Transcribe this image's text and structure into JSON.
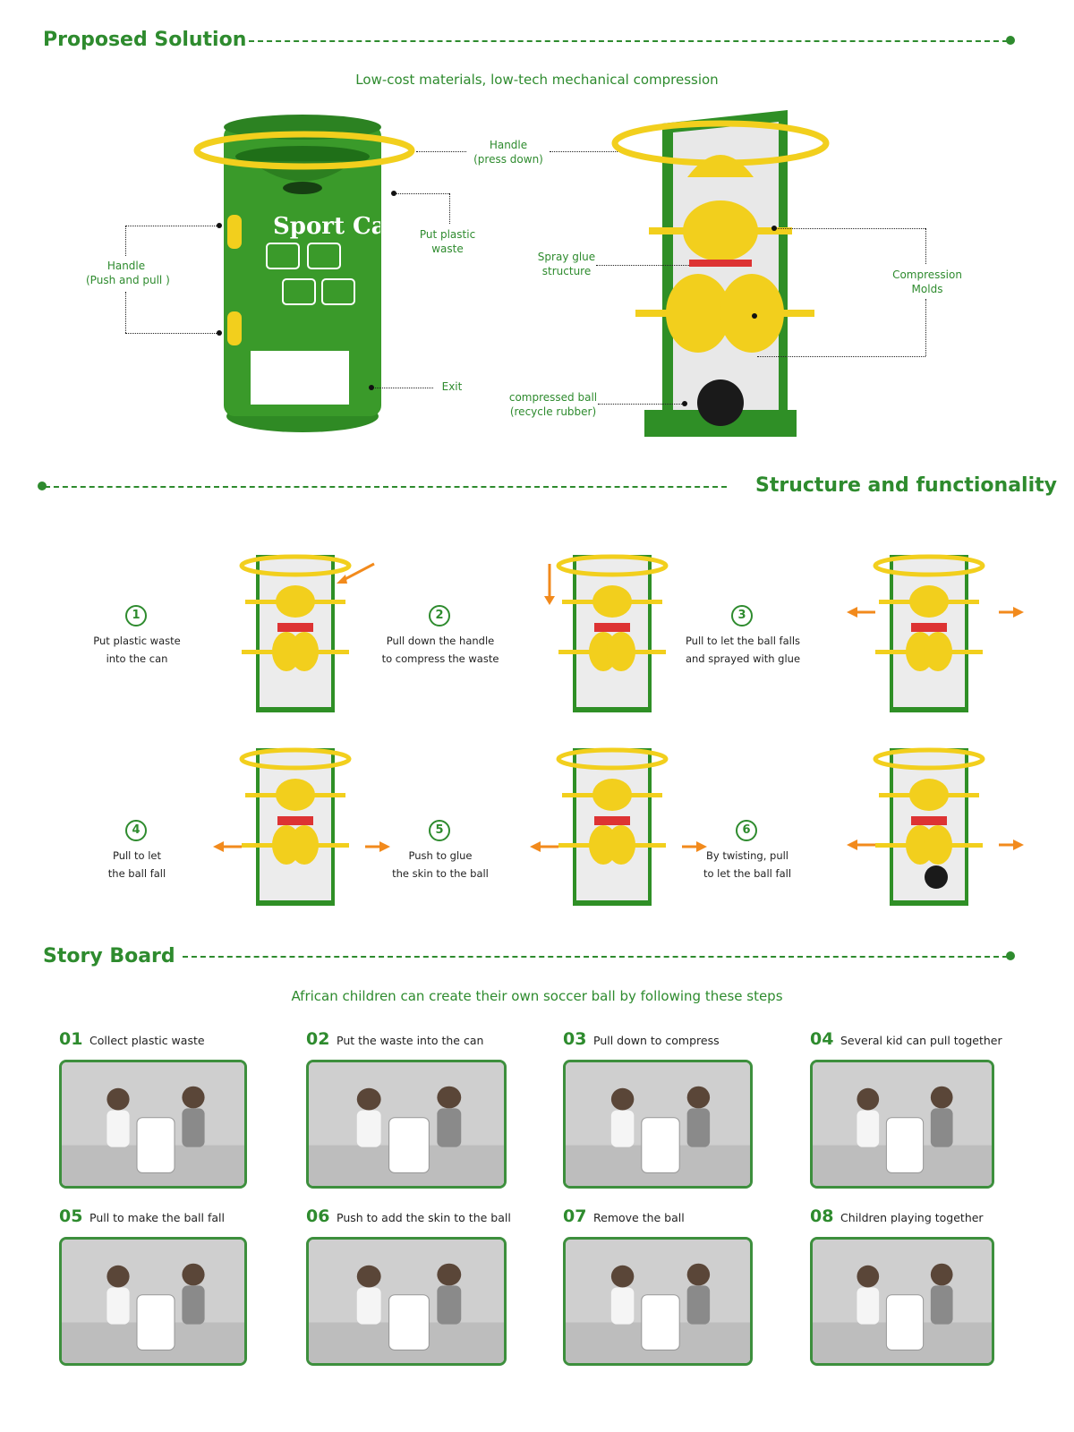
{
  "sections": {
    "proposed": {
      "title": "Proposed Solution",
      "subtitle": "Low-cost materials, low-tech mechanical compression"
    },
    "structure": {
      "title": "Structure and functionality"
    },
    "story": {
      "title": "Story Board",
      "subtitle": "African children can create their own soccer ball by following these steps"
    }
  },
  "can": {
    "brand_text": "Sport Can",
    "callouts": {
      "handle_press_1": "Handle",
      "handle_press_2": "(press down)",
      "put_waste_1": "Put plastic",
      "put_waste_2": "waste",
      "handle_push_1": "Handle",
      "handle_push_2": "(Push and pull )",
      "exit": "Exit",
      "spray_glue_1": "Spray glue",
      "spray_glue_2": "structure",
      "molds_1": "Compression",
      "molds_2": "Molds",
      "ball_1": "compressed ball",
      "ball_2": "(recycle rubber)"
    }
  },
  "steps": [
    {
      "num": "1",
      "line1": "Put plastic waste",
      "line2": "into the can"
    },
    {
      "num": "2",
      "line1": "Pull down the handle",
      "line2": "to compress the waste"
    },
    {
      "num": "3",
      "line1": "Pull to let the ball falls",
      "line2": "and sprayed with glue"
    },
    {
      "num": "4",
      "line1": "Pull  to let",
      "line2": "the ball fall"
    },
    {
      "num": "5",
      "line1": "Push to glue",
      "line2": "the skin to the ball"
    },
    {
      "num": "6",
      "line1": "By twisting, pull",
      "line2": "to let the ball fall"
    }
  ],
  "storyboard": [
    {
      "num": "01",
      "caption": "Collect plastic waste"
    },
    {
      "num": "02",
      "caption": "Put the waste into the can"
    },
    {
      "num": "03",
      "caption": "Pull down  to compress"
    },
    {
      "num": "04",
      "caption": "Several kid can pull together"
    },
    {
      "num": "05",
      "caption": "Pull to make the ball fall"
    },
    {
      "num": "06",
      "caption": "Push to add the skin to the ball"
    },
    {
      "num": "07",
      "caption": "Remove the ball"
    },
    {
      "num": "08",
      "caption": "Children playing together"
    }
  ],
  "colors": {
    "green": "#2e8b2e",
    "can_green": "#3a9a2a",
    "yellow": "#f2cf1d",
    "orange": "#f28a1c",
    "gray": "#d0d0d0"
  }
}
